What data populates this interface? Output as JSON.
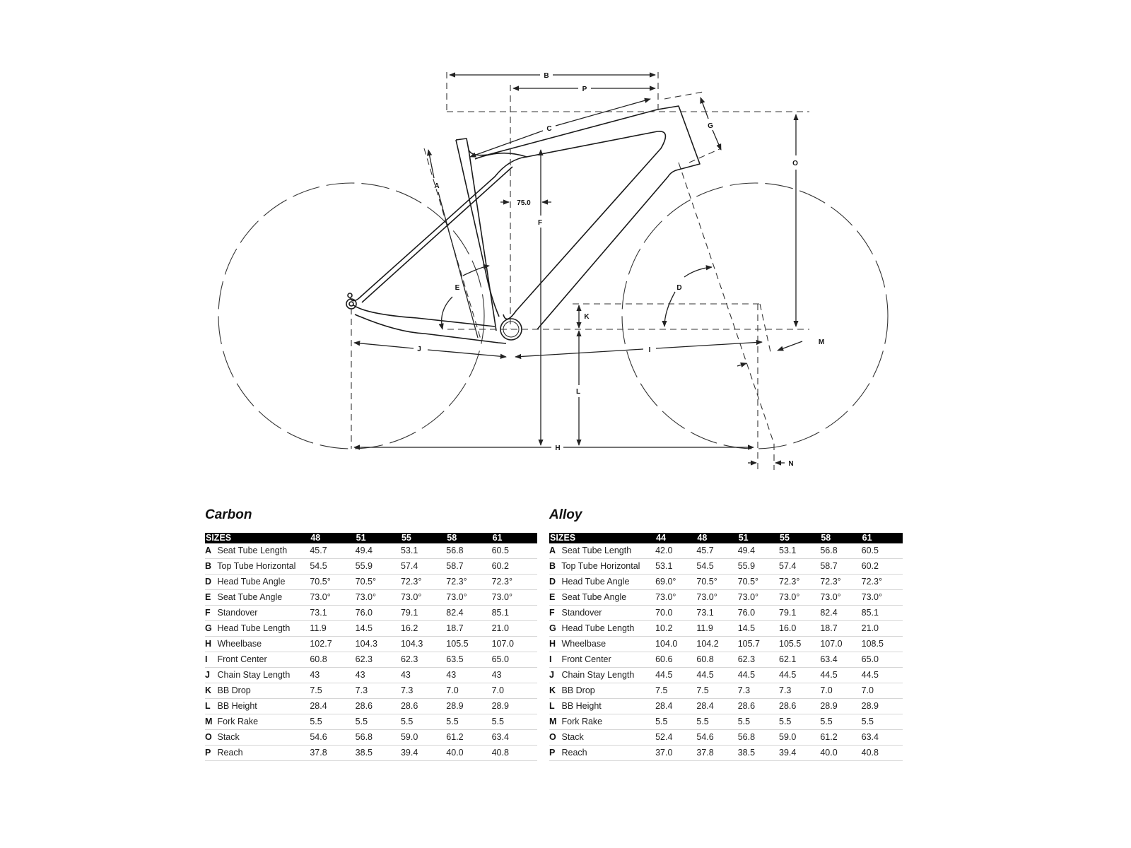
{
  "diagram": {
    "labels": {
      "A": "A",
      "B": "B",
      "C": "C",
      "D": "D",
      "E": "E",
      "F": "F",
      "G": "G",
      "H": "H",
      "I": "I",
      "J": "J",
      "K": "K",
      "L": "L",
      "M": "M",
      "N": "N",
      "O": "O",
      "P": "P"
    },
    "bb_offset_label": "75.0"
  },
  "carbon": {
    "title": "Carbon",
    "header": [
      "SIZES",
      "48",
      "51",
      "55",
      "58",
      "61"
    ],
    "rows": [
      {
        "letter": "A",
        "name": "Seat Tube Length",
        "values": [
          "45.7",
          "49.4",
          "53.1",
          "56.8",
          "60.5"
        ]
      },
      {
        "letter": "B",
        "name": "Top Tube Horizontal",
        "values": [
          "54.5",
          "55.9",
          "57.4",
          "58.7",
          "60.2"
        ]
      },
      {
        "letter": "D",
        "name": "Head Tube Angle",
        "values": [
          "70.5°",
          "70.5°",
          "72.3°",
          "72.3°",
          "72.3°"
        ]
      },
      {
        "letter": "E",
        "name": "Seat Tube Angle",
        "values": [
          "73.0°",
          "73.0°",
          "73.0°",
          "73.0°",
          "73.0°"
        ]
      },
      {
        "letter": "F",
        "name": "Standover",
        "values": [
          "73.1",
          "76.0",
          "79.1",
          "82.4",
          "85.1"
        ]
      },
      {
        "letter": "G",
        "name": "Head Tube Length",
        "values": [
          "11.9",
          "14.5",
          "16.2",
          "18.7",
          "21.0"
        ]
      },
      {
        "letter": "H",
        "name": "Wheelbase",
        "values": [
          "102.7",
          "104.3",
          "104.3",
          "105.5",
          "107.0"
        ]
      },
      {
        "letter": "I",
        "name": "Front Center",
        "values": [
          "60.8",
          "62.3",
          "62.3",
          "63.5",
          "65.0"
        ]
      },
      {
        "letter": "J",
        "name": "Chain Stay Length",
        "values": [
          "43",
          "43",
          "43",
          "43",
          "43"
        ]
      },
      {
        "letter": "K",
        "name": "BB Drop",
        "values": [
          "7.5",
          "7.3",
          "7.3",
          "7.0",
          "7.0"
        ]
      },
      {
        "letter": "L",
        "name": "BB Height",
        "values": [
          "28.4",
          "28.6",
          "28.6",
          "28.9",
          "28.9"
        ]
      },
      {
        "letter": "M",
        "name": "Fork Rake",
        "values": [
          "5.5",
          "5.5",
          "5.5",
          "5.5",
          "5.5"
        ]
      },
      {
        "letter": "O",
        "name": "Stack",
        "values": [
          "54.6",
          "56.8",
          "59.0",
          "61.2",
          "63.4"
        ]
      },
      {
        "letter": "P",
        "name": "Reach",
        "values": [
          "37.8",
          "38.5",
          "39.4",
          "40.0",
          "40.8"
        ]
      }
    ]
  },
  "alloy": {
    "title": "Alloy",
    "header": [
      "SIZES",
      "44",
      "48",
      "51",
      "55",
      "58",
      "61"
    ],
    "rows": [
      {
        "letter": "A",
        "name": "Seat Tube Length",
        "values": [
          "42.0",
          "45.7",
          "49.4",
          "53.1",
          "56.8",
          "60.5"
        ]
      },
      {
        "letter": "B",
        "name": "Top Tube Horizontal",
        "values": [
          "53.1",
          "54.5",
          "55.9",
          "57.4",
          "58.7",
          "60.2"
        ]
      },
      {
        "letter": "D",
        "name": "Head Tube Angle",
        "values": [
          "69.0°",
          "70.5°",
          "70.5°",
          "72.3°",
          "72.3°",
          "72.3°"
        ]
      },
      {
        "letter": "E",
        "name": "Seat Tube Angle",
        "values": [
          "73.0°",
          "73.0°",
          "73.0°",
          "73.0°",
          "73.0°",
          "73.0°"
        ]
      },
      {
        "letter": "F",
        "name": "Standover",
        "values": [
          "70.0",
          "73.1",
          "76.0",
          "79.1",
          "82.4",
          "85.1"
        ]
      },
      {
        "letter": "G",
        "name": "Head Tube Length",
        "values": [
          "10.2",
          "11.9",
          "14.5",
          "16.0",
          "18.7",
          "21.0"
        ]
      },
      {
        "letter": "H",
        "name": "Wheelbase",
        "values": [
          "104.0",
          "104.2",
          "105.7",
          "105.5",
          "107.0",
          "108.5"
        ]
      },
      {
        "letter": "I",
        "name": "Front Center",
        "values": [
          "60.6",
          "60.8",
          "62.3",
          "62.1",
          "63.4",
          "65.0"
        ]
      },
      {
        "letter": "J",
        "name": "Chain Stay Length",
        "values": [
          "44.5",
          "44.5",
          "44.5",
          "44.5",
          "44.5",
          "44.5"
        ]
      },
      {
        "letter": "K",
        "name": "BB Drop",
        "values": [
          "7.5",
          "7.5",
          "7.3",
          "7.3",
          "7.0",
          "7.0"
        ]
      },
      {
        "letter": "L",
        "name": "BB Height",
        "values": [
          "28.4",
          "28.4",
          "28.6",
          "28.6",
          "28.9",
          "28.9"
        ]
      },
      {
        "letter": "M",
        "name": "Fork Rake",
        "values": [
          "5.5",
          "5.5",
          "5.5",
          "5.5",
          "5.5",
          "5.5"
        ]
      },
      {
        "letter": "O",
        "name": "Stack",
        "values": [
          "52.4",
          "54.6",
          "56.8",
          "59.0",
          "61.2",
          "63.4"
        ]
      },
      {
        "letter": "P",
        "name": "Reach",
        "values": [
          "37.0",
          "37.8",
          "38.5",
          "39.4",
          "40.0",
          "40.8"
        ]
      }
    ]
  }
}
